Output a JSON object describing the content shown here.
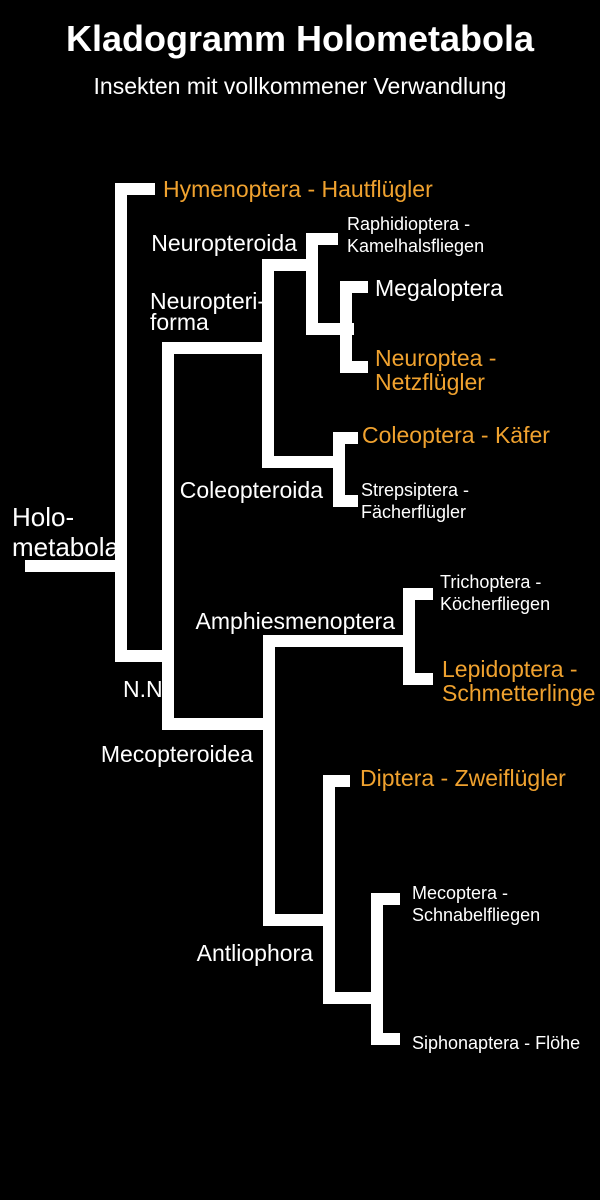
{
  "header": {
    "title": "Kladogramm Holometabola",
    "subtitle": "Insekten mit vollkommener Verwandlung"
  },
  "colors": {
    "background": "#000000",
    "branch": "#ffffff",
    "label": "#ffffff",
    "highlight": "#f0a22f"
  },
  "nodes": {
    "holometabola": {
      "text": "Holo-\nmetabola",
      "highlight": false
    },
    "hymenoptera": {
      "text": "Hymenoptera - Hautflügler",
      "highlight": true
    },
    "neuropteroida": {
      "text": "Neuropteroida",
      "highlight": false
    },
    "neuropteriforma": {
      "text": "Neuropteri-\nforma",
      "highlight": false
    },
    "raphidioptera": {
      "text": "Raphidioptera -\nKamelhalsfliegen",
      "highlight": false
    },
    "megaloptera": {
      "text": "Megaloptera",
      "highlight": false
    },
    "neuroptea": {
      "text": "Neuroptea -\nNetzflügler",
      "highlight": true
    },
    "coleopteroida": {
      "text": "Coleopteroida",
      "highlight": false
    },
    "coleoptera": {
      "text": "Coleoptera - Käfer",
      "highlight": true
    },
    "strepsiptera": {
      "text": "Strepsiptera -\nFächerflügler",
      "highlight": false
    },
    "nn": {
      "text": "N.N.",
      "highlight": false
    },
    "amphiesmenoptera": {
      "text": "Amphiesmenoptera",
      "highlight": false
    },
    "trichoptera": {
      "text": "Trichoptera -\nKöcherfliegen",
      "highlight": false
    },
    "lepidoptera": {
      "text": "Lepidoptera -\nSchmetterlinge",
      "highlight": true
    },
    "mecopteroidea": {
      "text": "Mecopteroidea",
      "highlight": false
    },
    "diptera": {
      "text": "Diptera - Zweiflügler",
      "highlight": true
    },
    "antliophora": {
      "text": "Antliophora",
      "highlight": false
    },
    "mecoptera": {
      "text": "Mecoptera -\nSchnabelfliegen",
      "highlight": false
    },
    "siphonaptera": {
      "text": "Siphonaptera - Flöhe",
      "highlight": false
    }
  },
  "tree": {
    "segments": [
      [
        25,
        560,
        90,
        12
      ],
      [
        115,
        183,
        12,
        479
      ],
      [
        115,
        183,
        40,
        12
      ],
      [
        115,
        650,
        59,
        12
      ],
      [
        162,
        342,
        12,
        388
      ],
      [
        162,
        342,
        112,
        12
      ],
      [
        262,
        259,
        12,
        209
      ],
      [
        262,
        259,
        56,
        12
      ],
      [
        306,
        233,
        12,
        102
      ],
      [
        306,
        233,
        32,
        12
      ],
      [
        306,
        323,
        48,
        12
      ],
      [
        340,
        281,
        12,
        92
      ],
      [
        340,
        281,
        28,
        12
      ],
      [
        340,
        361,
        28,
        12
      ],
      [
        262,
        456,
        83,
        12
      ],
      [
        333,
        432,
        12,
        75
      ],
      [
        333,
        432,
        25,
        12
      ],
      [
        333,
        495,
        25,
        12
      ],
      [
        162,
        718,
        113,
        12
      ],
      [
        263,
        635,
        12,
        291
      ],
      [
        263,
        635,
        152,
        12
      ],
      [
        403,
        588,
        12,
        97
      ],
      [
        403,
        588,
        30,
        12
      ],
      [
        403,
        673,
        30,
        12
      ],
      [
        263,
        914,
        72,
        12
      ],
      [
        323,
        775,
        12,
        229
      ],
      [
        323,
        775,
        27,
        12
      ],
      [
        323,
        992,
        60,
        12
      ],
      [
        371,
        893,
        12,
        152
      ],
      [
        371,
        893,
        29,
        12
      ],
      [
        371,
        1033,
        29,
        12
      ]
    ]
  }
}
